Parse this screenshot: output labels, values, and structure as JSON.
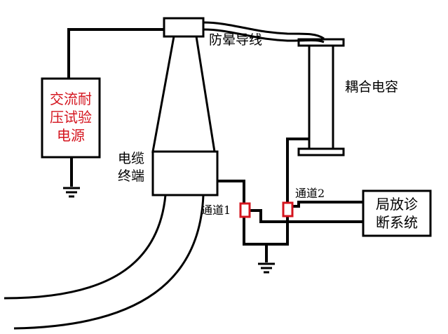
{
  "labels": {
    "anti_corona_lead": "防晕导线",
    "coupling_capacitor": "耦合电容",
    "cable_termination": [
      "电缆",
      "终端"
    ],
    "channel_1": "通道1",
    "channel_2": "通道2"
  },
  "boxes": {
    "ac_source": [
      "交流耐",
      "压试验",
      "电源"
    ],
    "pd_system": [
      "局放诊",
      "断系统"
    ]
  },
  "colors": {
    "line": "#000000",
    "sensor": "#d4141e",
    "source_text": "#d4141e"
  },
  "icons": {
    "ground": "ground-symbol-icon",
    "sensor": "hfct-sensor-icon"
  }
}
